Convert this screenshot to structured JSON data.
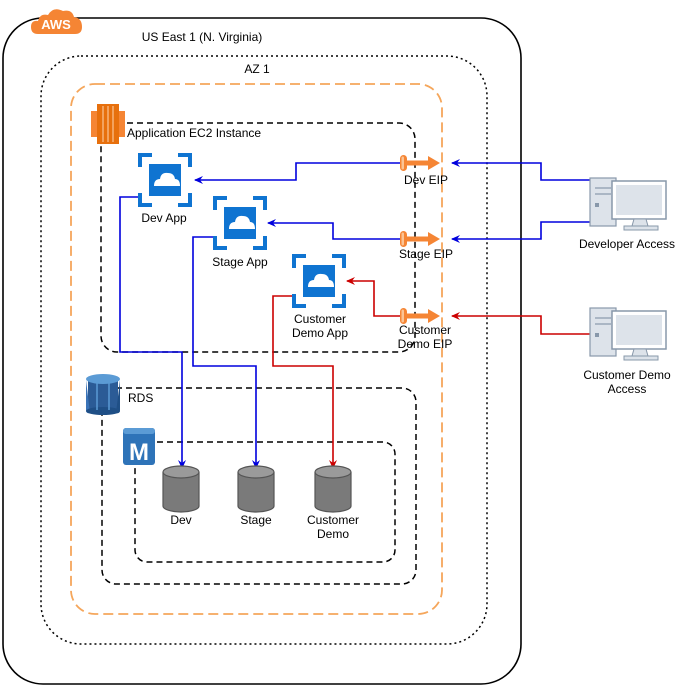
{
  "aws_badge": {
    "label": "AWS",
    "color": "#f58534"
  },
  "region": {
    "label": "US East 1 (N. Virginia)"
  },
  "az": {
    "label": "AZ 1"
  },
  "ec2": {
    "label": "Application EC2 Instance",
    "icon": "ec2-icon",
    "color": "#e7700d"
  },
  "apps": [
    {
      "label": "Dev App",
      "icon": "app-service-icon"
    },
    {
      "label": "Stage App",
      "icon": "app-service-icon"
    },
    {
      "label_line1": "Customer",
      "label_line2": "Demo App",
      "icon": "app-service-icon"
    }
  ],
  "eips": [
    {
      "label": "Dev EIP",
      "icon": "elastic-ip-icon"
    },
    {
      "label": "Stage EIP",
      "icon": "elastic-ip-icon"
    },
    {
      "label_line1": "Customer",
      "label_line2": "Demo EIP",
      "icon": "elastic-ip-icon"
    }
  ],
  "clients": [
    {
      "label": "Developer Access",
      "icon": "desktop-computer-icon"
    },
    {
      "label_line1": "Customer Demo",
      "label_line2": "Access",
      "icon": "desktop-computer-icon"
    }
  ],
  "rds": {
    "label": "RDS",
    "icon": "rds-icon",
    "instance_icon": "db-instance-icon",
    "instance_letter": "M"
  },
  "databases": [
    {
      "label": "Dev",
      "icon": "database-icon"
    },
    {
      "label": "Stage",
      "icon": "database-icon"
    },
    {
      "label_line1": "Customer",
      "label_line2": "Demo",
      "icon": "database-icon"
    }
  ],
  "colors": {
    "developer_flow": "#0000dd",
    "customer_flow": "#cc0000",
    "container_orange": "#f5a65b",
    "app_icon_blue": "#0f74d1"
  }
}
